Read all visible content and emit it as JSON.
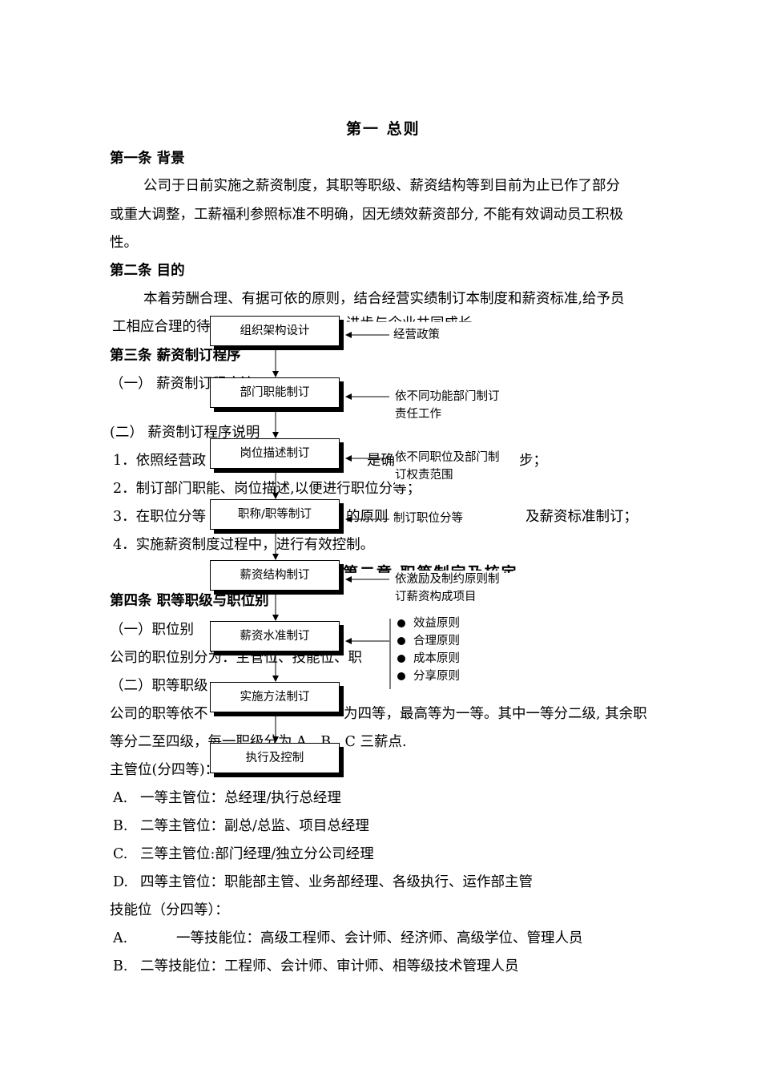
{
  "chapter1_title": "第一  总则",
  "art1": {
    "heading": "第一条  背景",
    "lines": [
      "公司于日前实施之薪资制度，其职等职级、薪资结构等到目前为止已作了部分",
      "或重大调整，工薪福利参照标准不明确，因无绩效薪资部分, 不能有效调动员工积极",
      "性。"
    ]
  },
  "art2": {
    "heading": "第二条  目的",
    "lines": [
      "本着劳酬合理、有据可依的原则，结合经营实绩制订本制度和薪资标准,给予员",
      "工相应合理的待",
      "进步与企业共同成长"
    ]
  },
  "art3": {
    "heading": "第三条  薪资制订程序",
    "sub1": "（一）  薪资制订程序流",
    "sub2": "(二）  薪资制订程序说明",
    "items": [
      "1．依照经营政",
      "是确",
      "步；",
      "2．制订部门职能、岗位描述,以便进行职位分等；",
      "3．在职位分等",
      "的原则",
      "及薪资标准制订；",
      "4．实施薪资制度过程中，进行有效控制。"
    ]
  },
  "chapter2_title": "第二章  职等制定及核定",
  "art4": {
    "heading": "第四条  职等职级与职位别",
    "sub1": "（一）职位别",
    "line1": "公司的职位别分为：主管位、技能位、职",
    "sub2": "（二）职等职级",
    "line2a": "公司的职等依不",
    "line2b": "为四等，最高等为一等。其中一等分二级, 其余职",
    "line3": "等分二至四级，每一职级分为 A、B、C 三薪点.",
    "mgr_heading": "主管位(分四等)：",
    "mgr_items": [
      {
        "letter": "A.",
        "text": "一等主管位：总经理/执行总经理"
      },
      {
        "letter": "B.",
        "text": "二等主管位：副总/总监、项目总经理"
      },
      {
        "letter": "C.",
        "text": "三等主管位:部门经理/独立分公司经理"
      },
      {
        "letter": "D.",
        "text": "四等主管位：职能部主管、业务部经理、各级执行、运作部主管"
      }
    ],
    "tech_heading": "技能位（分四等）：",
    "tech_items": [
      {
        "letter": "A.",
        "text": "一等技能位：高级工程师、会计师、经济师、高级学位、管理人员"
      },
      {
        "letter": "B.",
        "text": "二等技能位：工程师、会计师、审计师、相等级技术管理人员"
      }
    ]
  },
  "flowchart": {
    "steps": [
      "组织架构设计",
      "部门职能制订",
      "岗位描述制订",
      "职称/职等制订",
      "薪资结构制订",
      "薪资水准制订",
      "实施方法制订",
      "执行及控制"
    ],
    "notes": [
      [
        "经营政策"
      ],
      [
        "依不同功能部门制订",
        "责任工作"
      ],
      [
        "依不同职位及部门制",
        "订权责范围"
      ],
      [
        "制订职位分等"
      ],
      [
        "依激励及制约原则制",
        "订薪资构成项目"
      ]
    ],
    "principles": [
      "效益原则",
      "合理原则",
      "成本原则",
      "分享原则"
    ]
  }
}
